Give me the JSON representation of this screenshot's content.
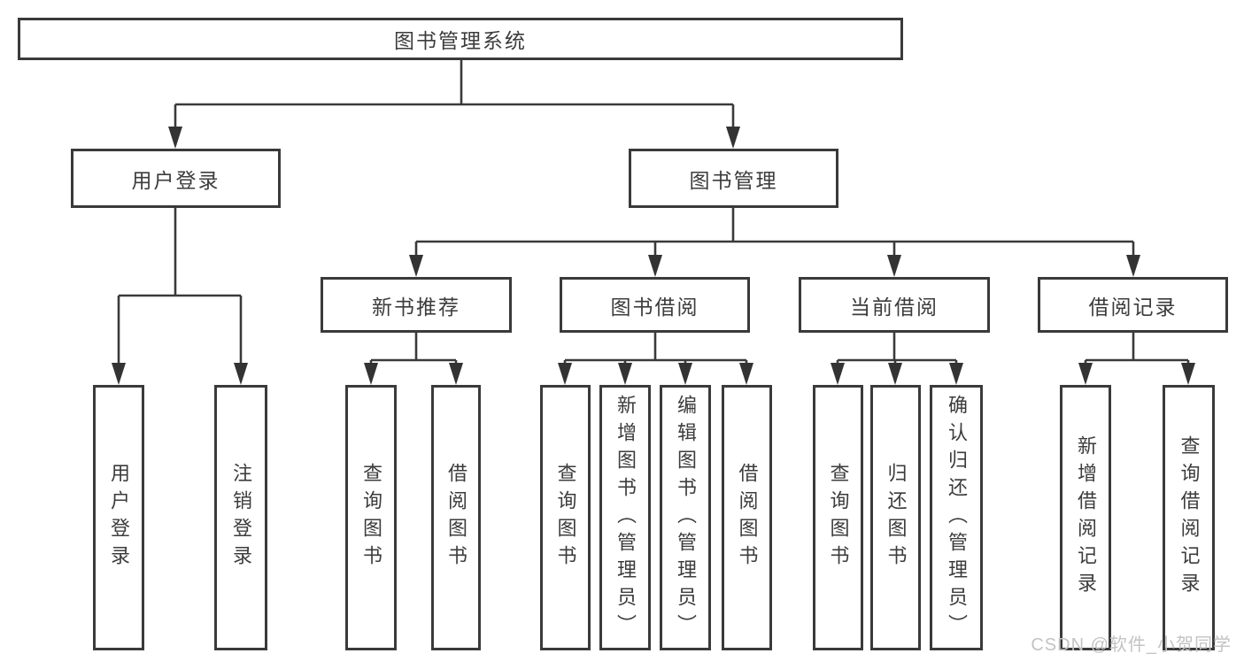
{
  "diagram": {
    "root": "图书管理系统",
    "login": {
      "label": "用户登录",
      "children": [
        "用户登录",
        "注销登录"
      ]
    },
    "management": {
      "label": "图书管理",
      "modules": [
        {
          "label": "新书推荐",
          "children": [
            "查询图书",
            "借阅图书"
          ]
        },
        {
          "label": "图书借阅",
          "children": [
            "查询图书",
            "新增图书（管理员）",
            "编辑图书（管理员）",
            "借阅图书"
          ]
        },
        {
          "label": "当前借阅",
          "children": [
            "查询图书",
            "归还图书",
            "确认归还（管理员）"
          ]
        },
        {
          "label": "借阅记录",
          "children": [
            "新增借阅记录",
            "查询借阅记录"
          ]
        }
      ]
    },
    "colors": {
      "line": "#3a3a3a",
      "text": "#3c3c3c",
      "background": "#ffffff",
      "watermark": "#c3c3c3"
    },
    "watermark": "CSDN @软件_小贺同学"
  }
}
